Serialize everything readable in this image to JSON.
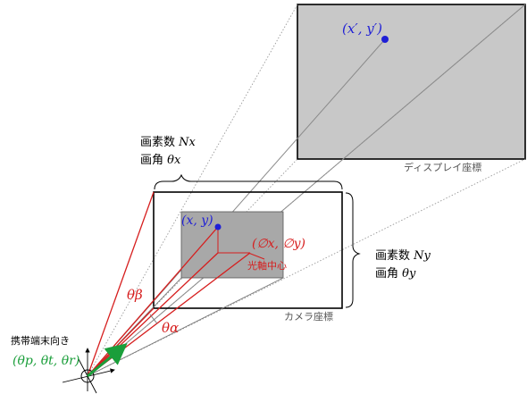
{
  "display": {
    "caption": "ディスプレイ座標",
    "point_label": "(x′, y′)"
  },
  "camera": {
    "caption": "カメラ座標",
    "point_label": "(x, y)",
    "optical_label": "(∅x, ∅y)",
    "optical_caption": "光軸中心"
  },
  "width_spec": {
    "pixels_prefix": "画素数 ",
    "pixels_symbol": "Nx",
    "angle_prefix": "画角 ",
    "angle_symbol": "θx"
  },
  "height_spec": {
    "pixels_prefix": "画素数 ",
    "pixels_symbol": "Ny",
    "angle_prefix": "画角 ",
    "angle_symbol": "θy"
  },
  "angles": {
    "beta": "θβ",
    "alpha": "θα"
  },
  "device": {
    "caption": "携帯端末向き",
    "orientation": "(θp, θt, θr)"
  },
  "colors": {
    "blue": "#1f1fd6",
    "red": "#d61e1e",
    "green": "#1a9e3a",
    "display_fill": "#c8c8c8",
    "inner_fill": "#a8a8a8",
    "guide": "#9a9a9a"
  }
}
